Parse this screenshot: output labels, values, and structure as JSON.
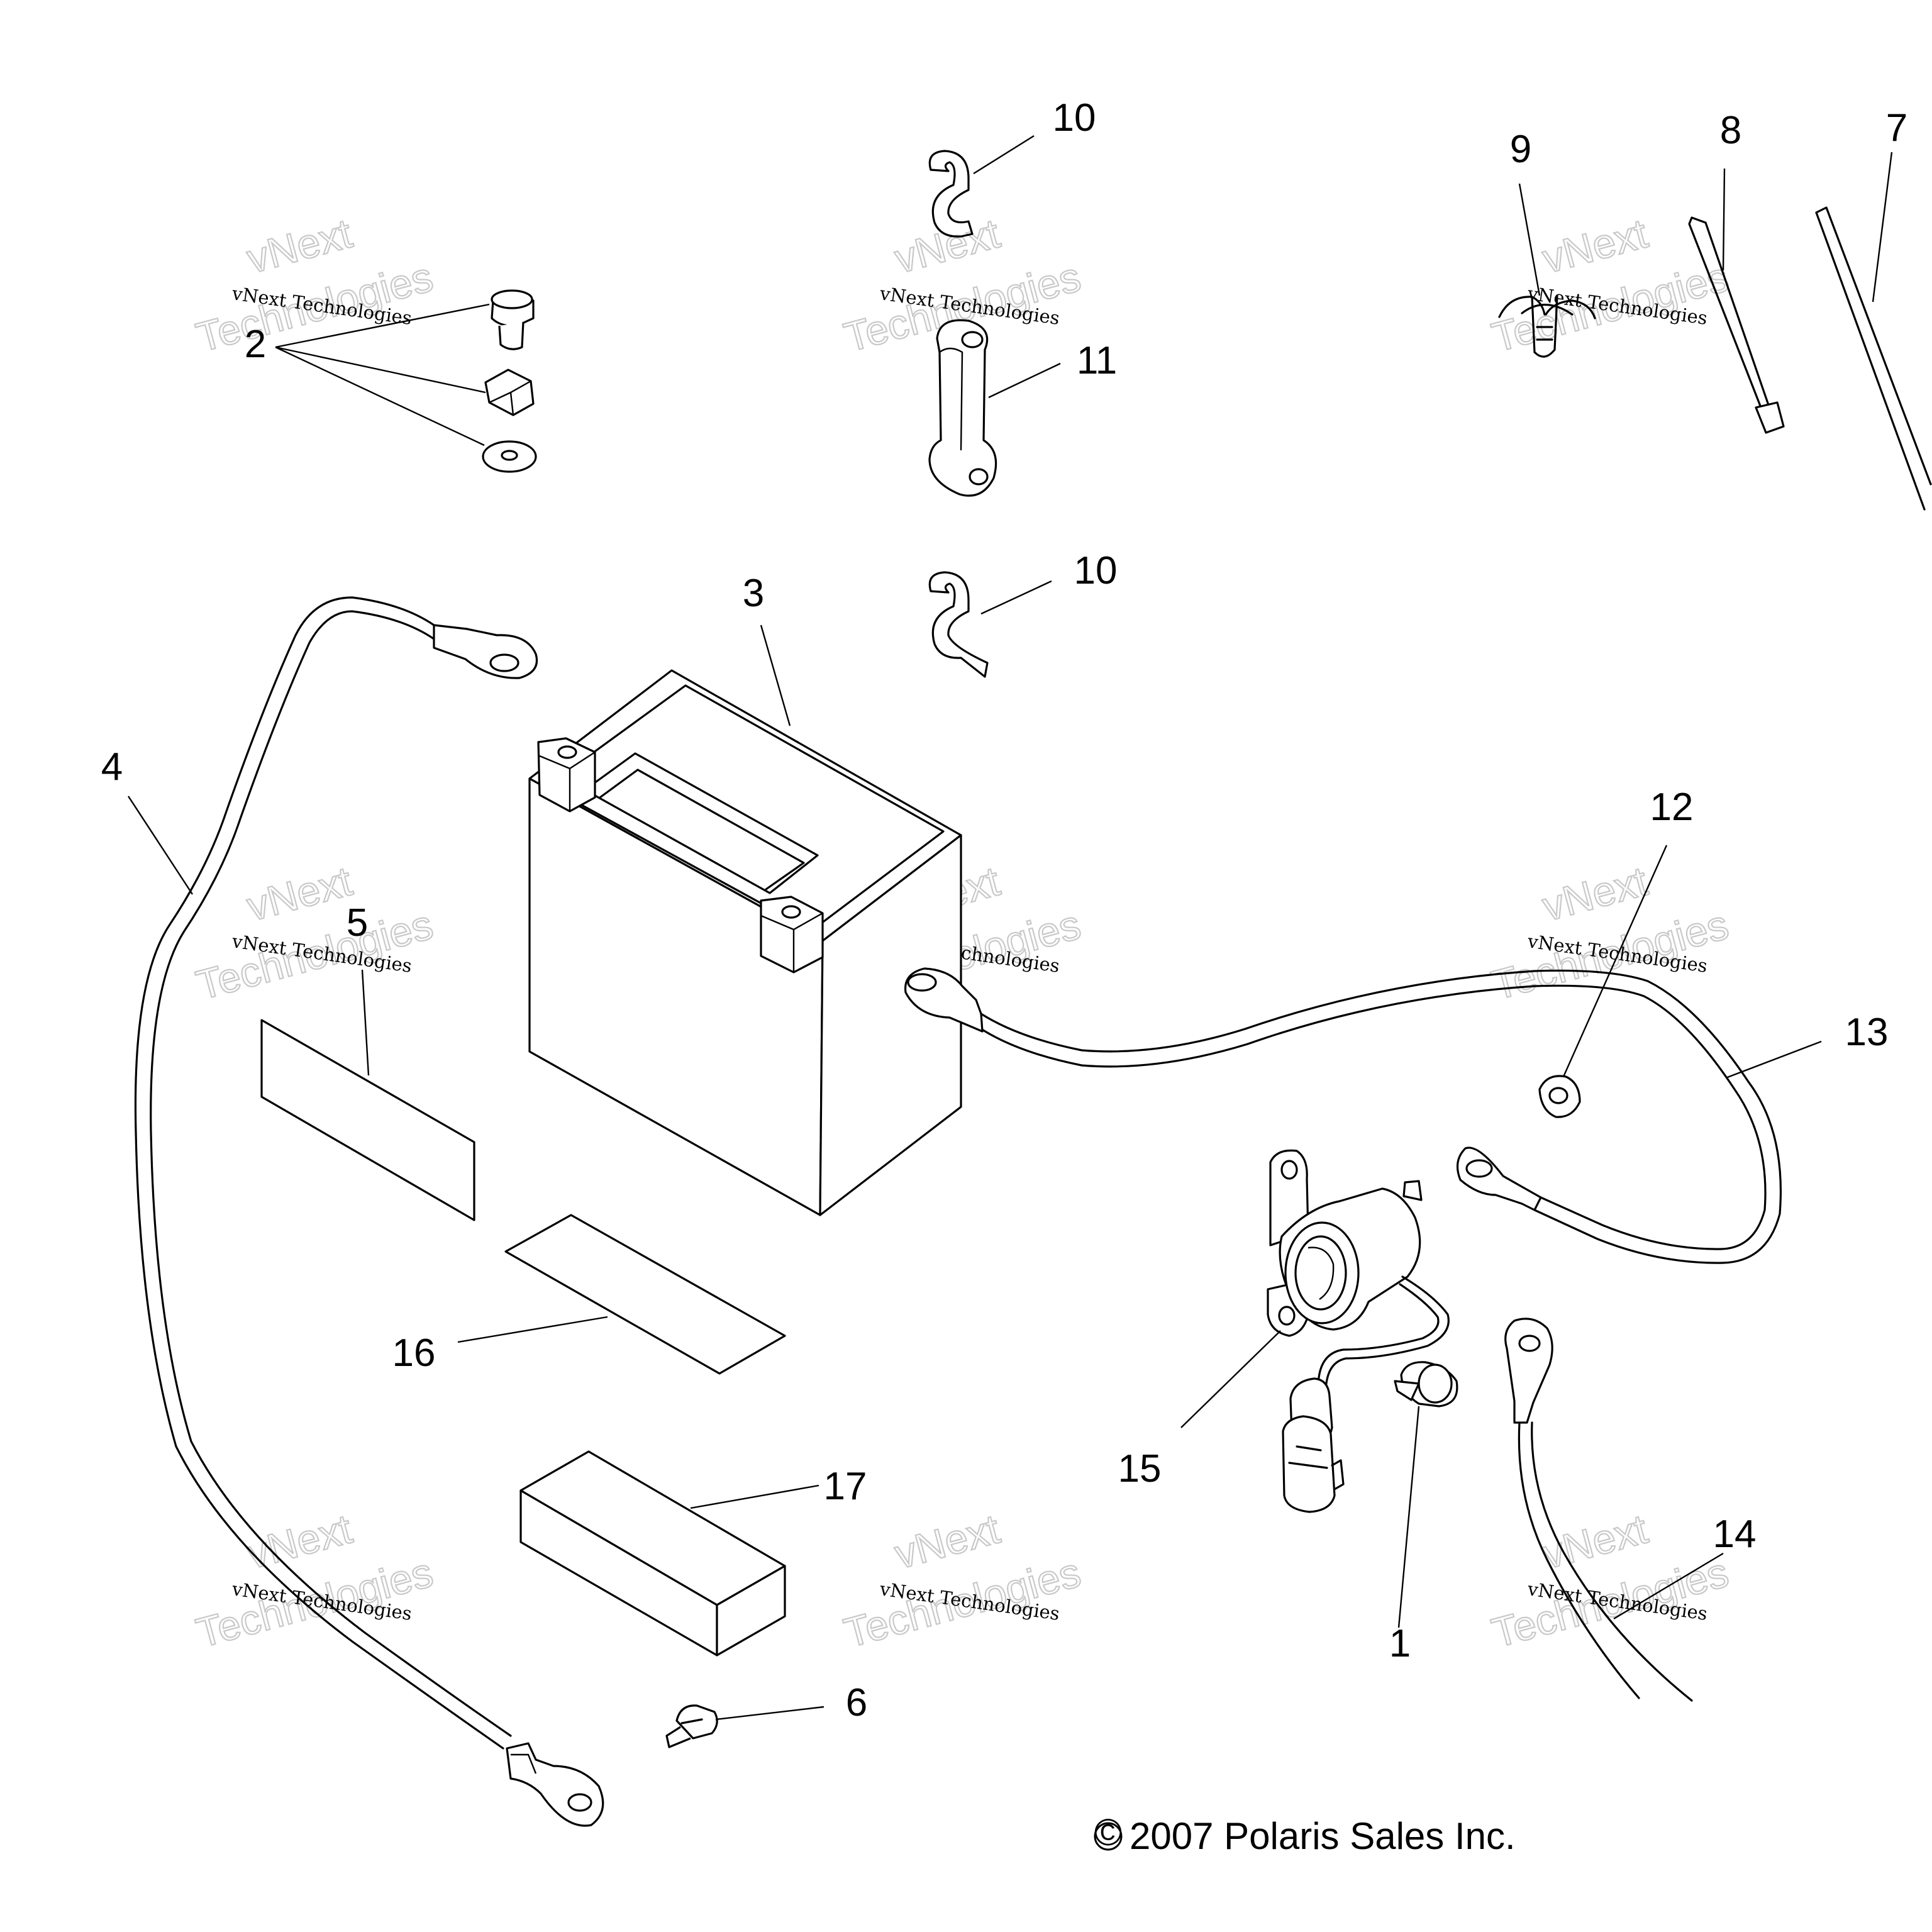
{
  "diagram": {
    "callouts": {
      "c1": "1",
      "c2": "2",
      "c3": "3",
      "c4": "4",
      "c5": "5",
      "c6": "6",
      "c7": "7",
      "c8": "8",
      "c9": "9",
      "c10a": "10",
      "c10b": "10",
      "c11": "11",
      "c12": "12",
      "c13": "13",
      "c14": "14",
      "c15": "15",
      "c16": "16",
      "c17": "17"
    },
    "copyright": "2007 Polaris Sales Inc.",
    "copyright_symbol": "©",
    "watermark": {
      "small": "vNext Technologies",
      "big_line1": "vNext",
      "big_line2": "Technologies"
    }
  }
}
